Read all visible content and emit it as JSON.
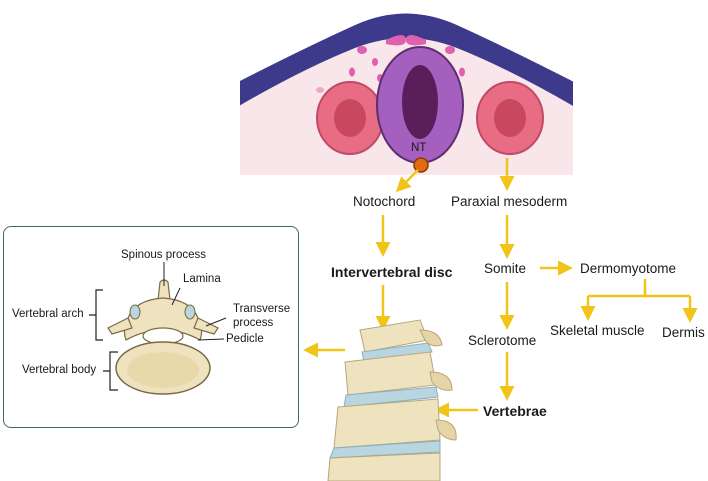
{
  "embryo": {
    "nt_label": "NT"
  },
  "flow": {
    "notochord": "Notochord",
    "paraxial_mesoderm": "Paraxial mesoderm",
    "intervertebral_disc": "Intervertebral disc",
    "somite": "Somite",
    "dermomyotome": "Dermomyotome",
    "skeletal_muscle": "Skeletal muscle",
    "dermis": "Dermis",
    "sclerotome": "Sclerotome",
    "vertebrae": "Vertebrae"
  },
  "vertebra_panel": {
    "spinous_process": "Spinous process",
    "lamina": "Lamina",
    "transverse_process_line1": "Transverse",
    "transverse_process_line2": "process",
    "pedicle": "Pedicle",
    "vertebral_arch": "Vertebral arch",
    "vertebral_body": "Vertebral body"
  },
  "colors": {
    "arrow": "#f2c418",
    "ectoderm": "#3d3a8c",
    "mesenchyme": "#f8e6ea",
    "neural_tube": "#a45fbf",
    "neural_lumen": "#5a1e5a",
    "somite": "#e86d84",
    "notochord": "#e26a10",
    "bone": "#efe3bf",
    "disc": "#b9d5df",
    "panel_border": "#3f6b5f"
  }
}
